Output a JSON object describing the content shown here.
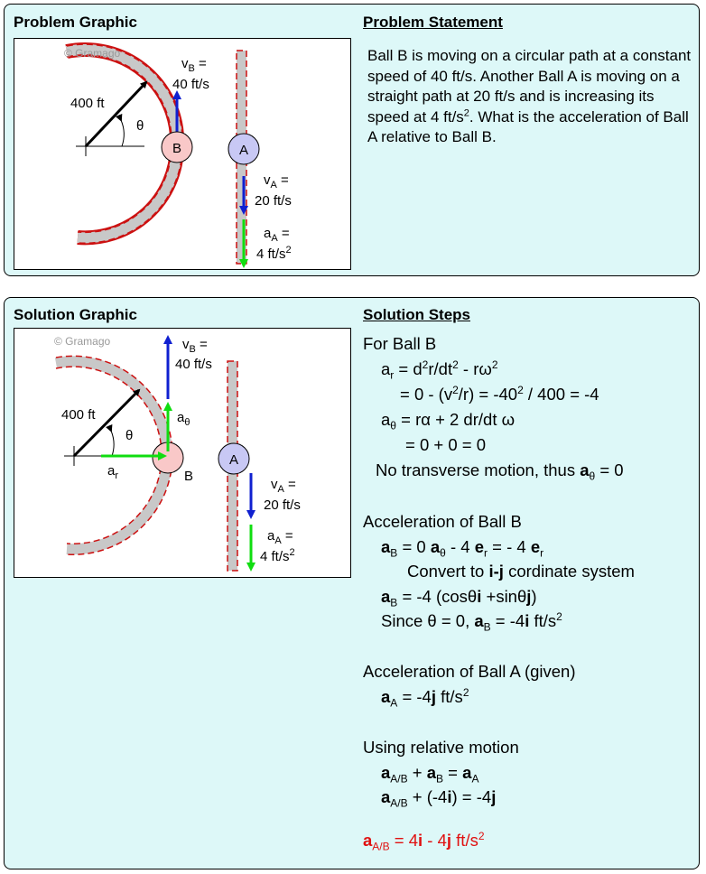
{
  "problem": {
    "graphic_title": "Problem Graphic",
    "statement_title": "Problem Statement",
    "statement": {
      "p1": "Ball B is moving on a circular path at a constant speed of 40 ft/s. Another Ball A is moving on a straight path at 20 ft/s and is increasing its speed at 4 ft/s",
      "sup": "2",
      "p2": ". What is the acceleration of Ball A relative to Ball B."
    },
    "graphic": {
      "watermark": "© Gramago",
      "radius_label": "400 ft",
      "theta": "θ",
      "ball_b": "B",
      "ball_a": "A",
      "vb_label": "v",
      "vb_sub": "B",
      "vb_eq": " =",
      "vb_value": "40 ft/s",
      "va_label": "v",
      "va_sub": "A",
      "va_eq": " =",
      "va_value": "20 ft/s",
      "aa_label": "a",
      "aa_sub": "A",
      "aa_eq": " =",
      "aa_value": "4 ft/s",
      "aa_sup": "2"
    }
  },
  "solution": {
    "graphic_title": "Solution Graphic",
    "steps_title": "Solution Steps",
    "graphic": {
      "watermark": "© Gramago",
      "radius_label": "400 ft",
      "theta": "θ",
      "ar_label": "a",
      "ar_sub": "r",
      "atheta_label": "a",
      "atheta_sub": "θ",
      "ball_b": "B",
      "ball_a": "A",
      "vb_label": "v",
      "vb_sub": "B",
      "vb_eq": " =",
      "vb_value": "40 ft/s",
      "va_label": "v",
      "va_sub": "A",
      "va_eq": " =",
      "va_value": "20 ft/s",
      "aa_label": "a",
      "aa_sub": "A",
      "aa_eq": " =",
      "aa_value": "4 ft/s",
      "aa_sup": "2"
    },
    "steps": {
      "for_ball_b": "For Ball B",
      "ar_eq": {
        "a": "a",
        "r": "r",
        "t1": " = d",
        "s1": "2",
        "t2": "r/dt",
        "s2": "2",
        "t3": " - rω",
        "s3": "2"
      },
      "ar_eval": {
        "t1": "= 0 - (v",
        "s1": "2",
        "t2": "/r) = -40",
        "s2": "2",
        "t3": " / 400 = -4"
      },
      "atheta_eq": {
        "a": "a",
        "th": "θ",
        "t1": " = rα + 2 dr/dt ω"
      },
      "atheta_eval": "= 0 + 0 = 0",
      "no_transverse": {
        "t1": "No transverse motion, thus ",
        "a": "a",
        "th": "θ",
        "t2": " = 0"
      },
      "acc_b_header": "Acceleration of Ball B",
      "ab_eq": {
        "a": "a",
        "b": "B",
        "t1": " = 0 ",
        "a2": "a",
        "th": "θ",
        "t2": " - 4 ",
        "e1": "e",
        "r1": "r",
        "t3": " = - 4 ",
        "e2": "e",
        "r2": "r"
      },
      "convert": {
        "t1": "Convert to ",
        "ij": "i-j",
        "t2": " cordinate system"
      },
      "ab_ij": {
        "a": "a",
        "b": "B",
        "t1": " = -4 (cosθ",
        "i": "i",
        "t2": " +sinθ",
        "j": "j",
        "t3": ")"
      },
      "since": {
        "t1": "Since θ = 0, ",
        "a": "a",
        "b": "B",
        "t2": " = -4",
        "i": "i",
        "t3": " ft/s",
        "s": "2"
      },
      "acc_a_header": "Acceleration of Ball A (given)",
      "aa_eq": {
        "a": "a",
        "sub": "A",
        "t1": " = -4",
        "j": "j",
        "t2": " ft/s",
        "s": "2"
      },
      "relative_header": "Using relative motion",
      "rel1": {
        "a1": "a",
        "s1": "A/B",
        "t1": " + ",
        "a2": "a",
        "s2": "B",
        "t2": " = ",
        "a3": "a",
        "s3": "A"
      },
      "rel2": {
        "a1": "a",
        "s1": "A/B",
        "t1": " + (-4",
        "i": "i",
        "t2": ") = -4",
        "j": "j"
      },
      "answer": {
        "a": "a",
        "sub": "A/B",
        "t1": " = 4",
        "i": "i",
        "t2": " - 4",
        "j": "j",
        "t3": " ft/s",
        "s": "2"
      }
    }
  },
  "colors": {
    "panel_bg": "#ddf8f8",
    "track": "#c8c8c8",
    "track_dash": "#cc1111",
    "ball_b": "#f9c8c8",
    "ball_a": "#c8c8f4",
    "velocity_arrow": "#1020d0",
    "acceleration_arrow": "#10dd10",
    "answer": "#e01010"
  }
}
